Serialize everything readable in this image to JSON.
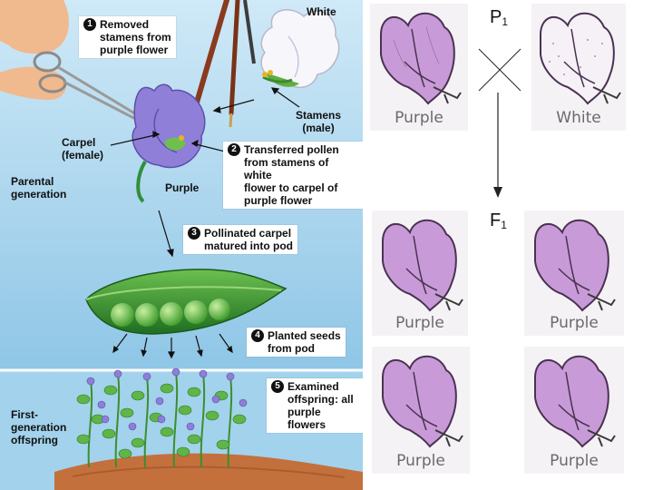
{
  "left": {
    "steps": [
      {
        "num": "1",
        "text": "Removed\nstamens from\npurple flower"
      },
      {
        "num": "2",
        "text": "Transferred pollen\nfrom stamens of white\nflower to carpel of\npurple flower"
      },
      {
        "num": "3",
        "text": "Pollinated carpel\nmatured into pod"
      },
      {
        "num": "4",
        "text": "Planted seeds\nfrom pod"
      },
      {
        "num": "5",
        "text": "Examined\noffspring: all\npurple flowers"
      }
    ],
    "labels": {
      "white": "White",
      "stamens": "Stamens\n(male)",
      "carpel": "Carpel\n(female)",
      "parental": "Parental\ngeneration",
      "purple": "Purple",
      "first_gen": "First-\ngeneration\noffspring"
    }
  },
  "right": {
    "p_label": "P",
    "p_sub": "1",
    "f_label": "F",
    "f_sub": "1",
    "cards": [
      "Purple",
      "White",
      "Purple",
      "Purple",
      "Purple",
      "Purple"
    ]
  },
  "colors": {
    "sky": "#a9d6ee",
    "soil": "#c4703d",
    "pod": "#3f9a35",
    "purple_flower": "#c79bd6",
    "white_flower": "#f4eef4"
  }
}
